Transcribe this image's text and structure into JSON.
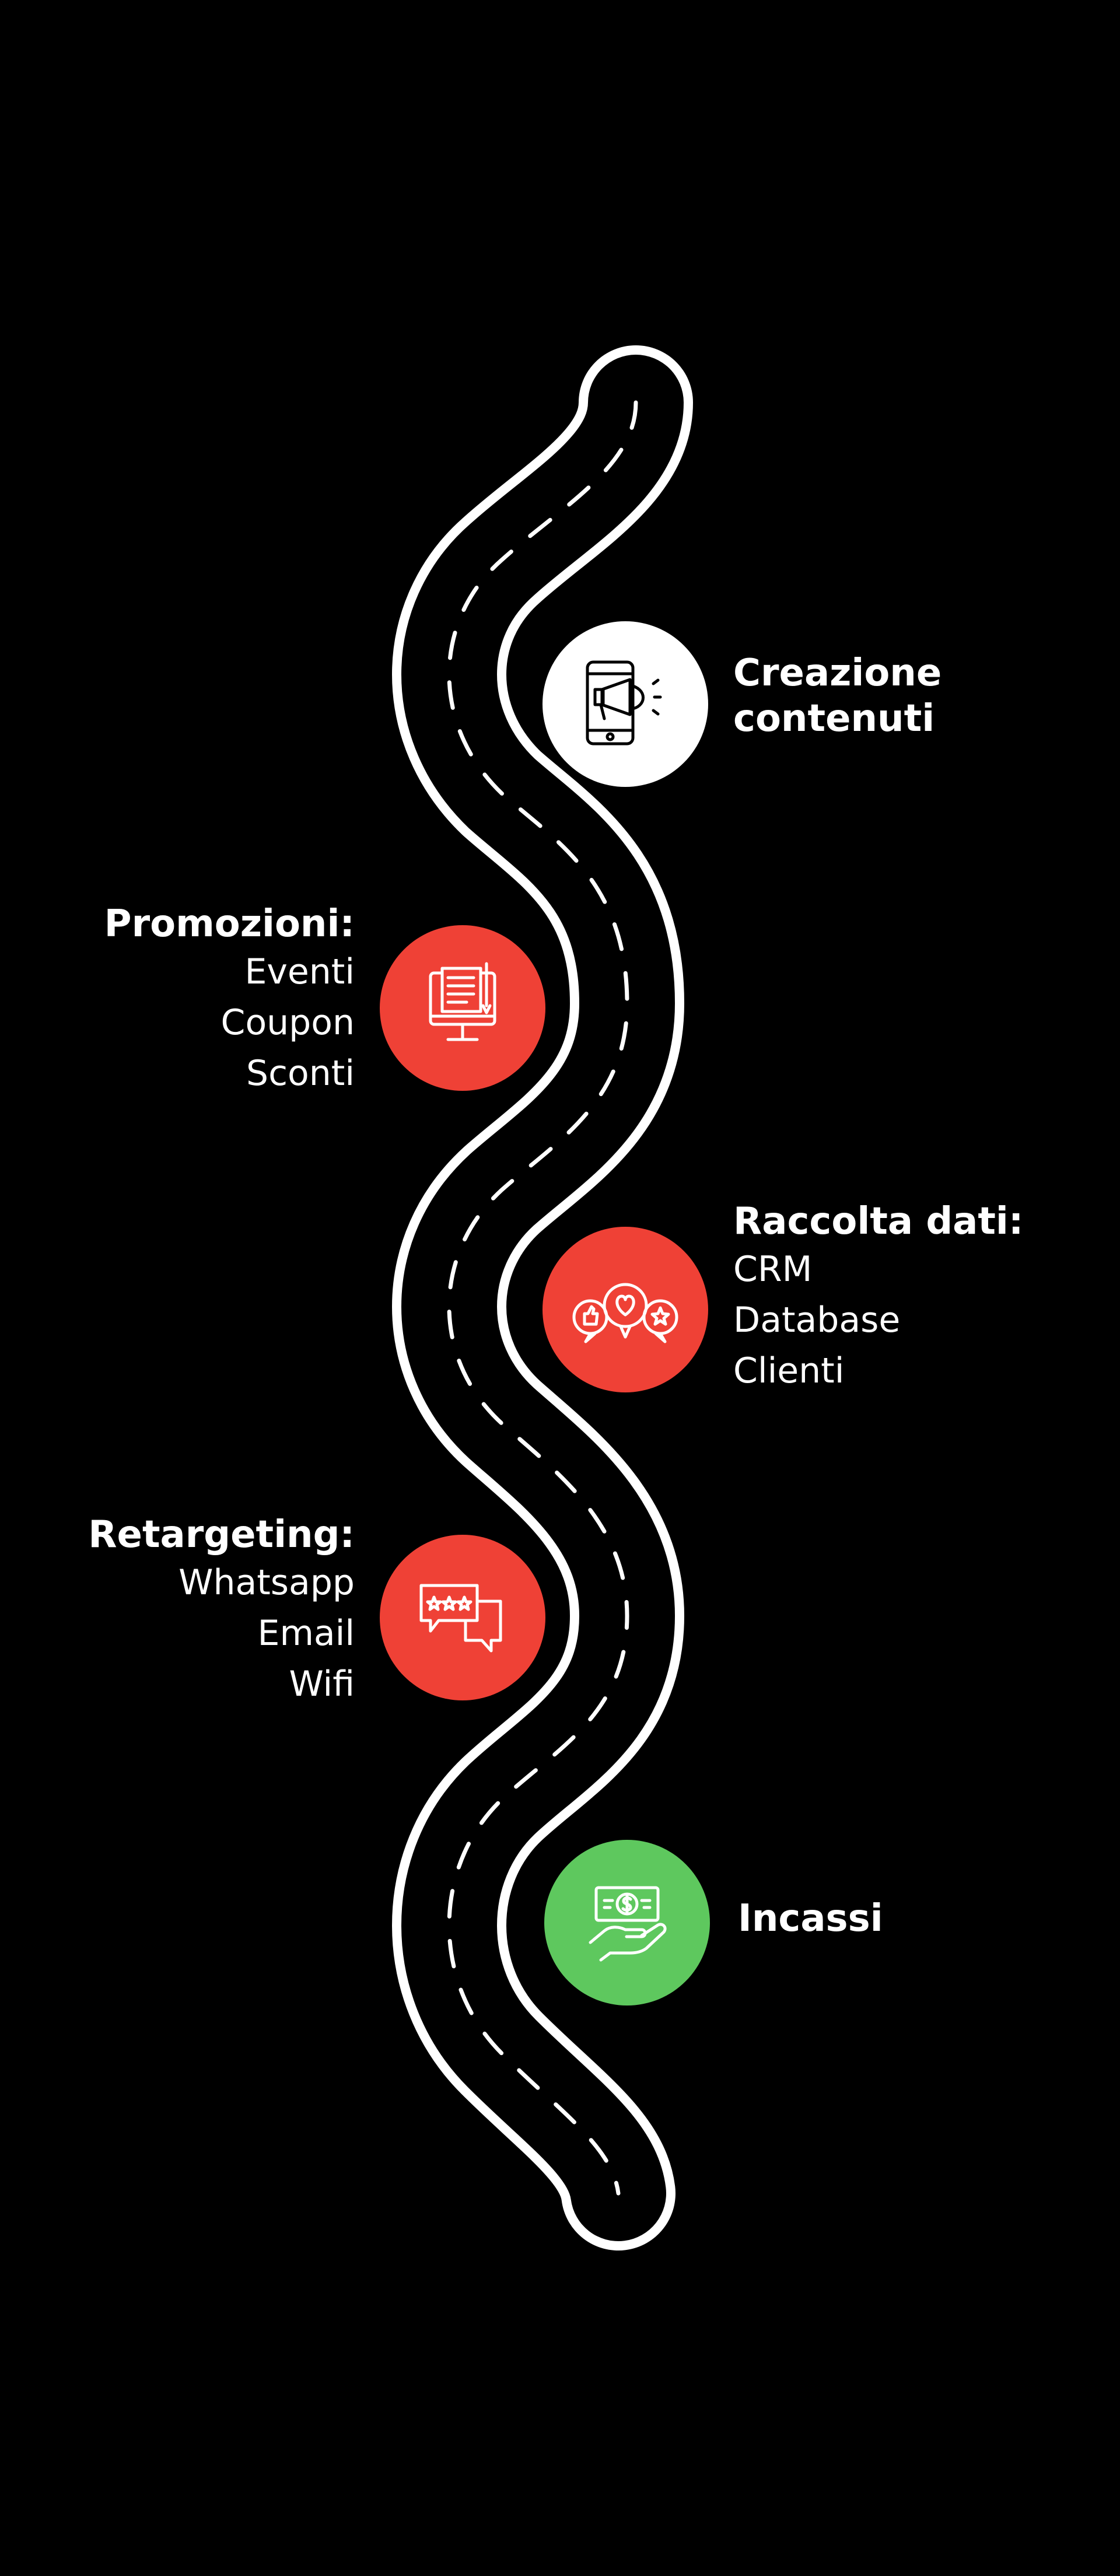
{
  "colors": {
    "background": "#000000",
    "road": "#000000",
    "road_edge": "#ffffff",
    "lane_marking": "#ffffff",
    "node_white": "#ffffff",
    "node_red": "#ef4136",
    "node_green": "#5ec85e",
    "text": "#ffffff"
  },
  "steps": [
    {
      "title": "Creazione\ncontenuti",
      "items": [],
      "icon": "smartphone-megaphone-icon",
      "color": "node_white"
    },
    {
      "title": "Promozioni:",
      "items": [
        "Eventi",
        "Coupon",
        "Sconti"
      ],
      "icon": "monitor-document-icon",
      "color": "node_red"
    },
    {
      "title": "Raccolta dati:",
      "items": [
        "CRM",
        "Database",
        "Clienti"
      ],
      "icon": "feedback-bubbles-icon",
      "color": "node_red"
    },
    {
      "title": "Retargeting:",
      "items": [
        "Whatsapp",
        "Email",
        "Wifi"
      ],
      "icon": "chat-rating-icon",
      "color": "node_red"
    },
    {
      "title": "Incassi",
      "items": [],
      "icon": "hand-money-icon",
      "color": "node_green"
    }
  ]
}
